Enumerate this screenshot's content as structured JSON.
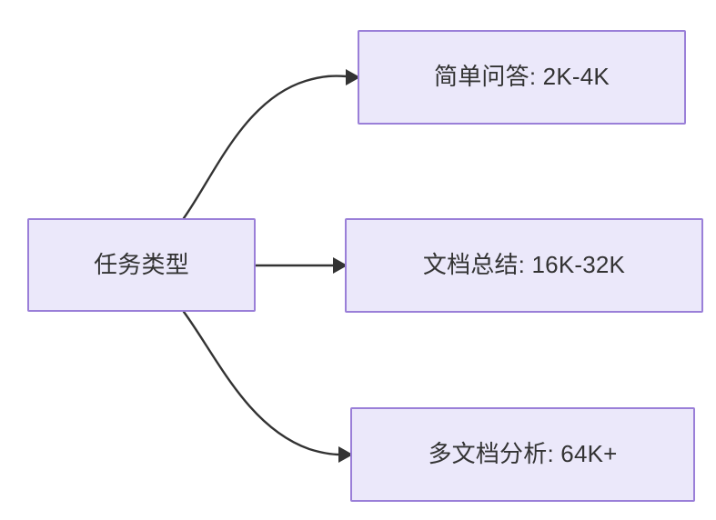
{
  "diagram": {
    "type": "flowchart",
    "direction": "left-to-right",
    "background_color": "#ffffff",
    "node_fill_color": "#ebe8fa",
    "node_border_color": "#9a7fd8",
    "node_text_color": "#333333",
    "edge_color": "#333333",
    "nodes": [
      {
        "id": "source",
        "label": "任务类型",
        "role": "root"
      },
      {
        "id": "simple-qa",
        "label": "简单问答: 2K-4K",
        "role": "leaf"
      },
      {
        "id": "doc-summary",
        "label": "文档总结: 16K-32K",
        "role": "leaf"
      },
      {
        "id": "multi-doc",
        "label": "多文档分析: 64K+",
        "role": "leaf"
      }
    ],
    "edges": [
      {
        "id": "edge-source-to-simple-qa",
        "from": "source",
        "to": "simple-qa",
        "style": "curved",
        "arrowhead": "solid-triangle",
        "label": ""
      },
      {
        "id": "edge-source-to-doc-summary",
        "from": "source",
        "to": "doc-summary",
        "style": "straight",
        "arrowhead": "solid-triangle",
        "label": ""
      },
      {
        "id": "edge-source-to-multi-doc",
        "from": "source",
        "to": "multi-doc",
        "style": "curved",
        "arrowhead": "solid-triangle",
        "label": ""
      }
    ]
  }
}
